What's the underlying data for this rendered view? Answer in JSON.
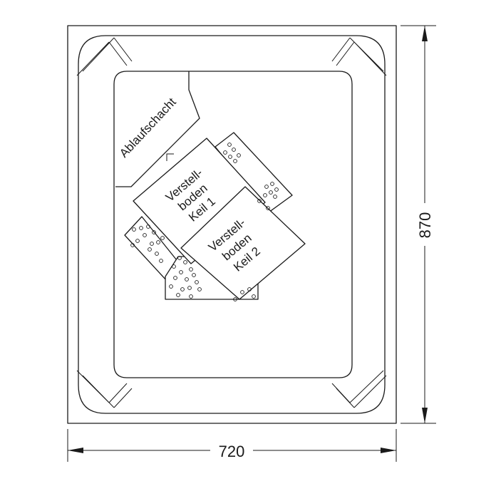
{
  "labels": {
    "drain_shaft": "Ablaufschacht",
    "wedge1_line1": "Verstell-",
    "wedge1_line2": "boden",
    "wedge1_line3": "Keil 1",
    "wedge2_line1": "Verstell-",
    "wedge2_line2": "boden",
    "wedge2_line3": "Keil 2"
  },
  "dimensions": {
    "width": "720",
    "height": "870"
  },
  "colors": {
    "line": "#1a1a1a",
    "background": "#ffffff"
  }
}
